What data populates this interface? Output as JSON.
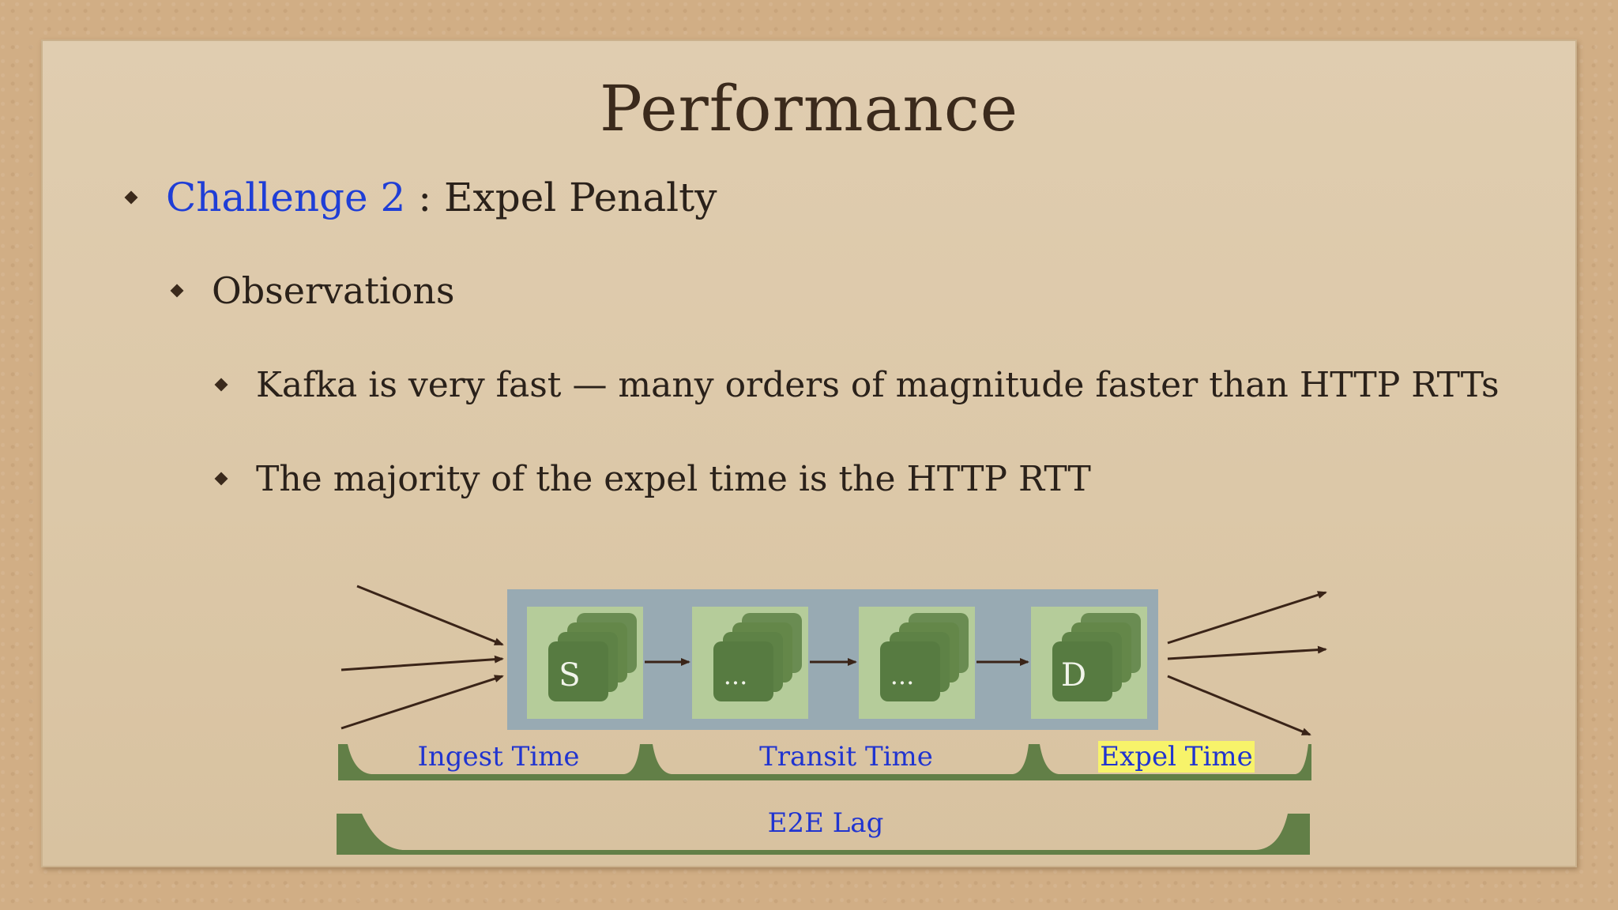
{
  "slide": {
    "title": "Performance",
    "bullet1": {
      "highlight": "Challenge 2",
      "rest": " : Expel Penalty"
    },
    "bullet2": "Observations",
    "bullet3a": "Kafka is very fast — many orders of magnitude faster than HTTP RTTs",
    "bullet3b": "The majority of the expel time is the HTTP RTT"
  },
  "diagram": {
    "stages": [
      {
        "label": "S"
      },
      {
        "label": "..."
      },
      {
        "label": "..."
      },
      {
        "label": "D"
      }
    ],
    "phases": {
      "ingest": "Ingest Time",
      "transit": "Transit Time",
      "expel": "Expel Time",
      "e2e": "E2E Lag"
    }
  },
  "colors": {
    "text": "#2a211a",
    "accent_blue": "#1f3ed6",
    "pipeline_bg": "#98aab3",
    "stage_bg": "#b5cc9a",
    "node_green": "#5c7f46",
    "bracket_green": "#627f47",
    "highlight": "#f7f36a"
  }
}
